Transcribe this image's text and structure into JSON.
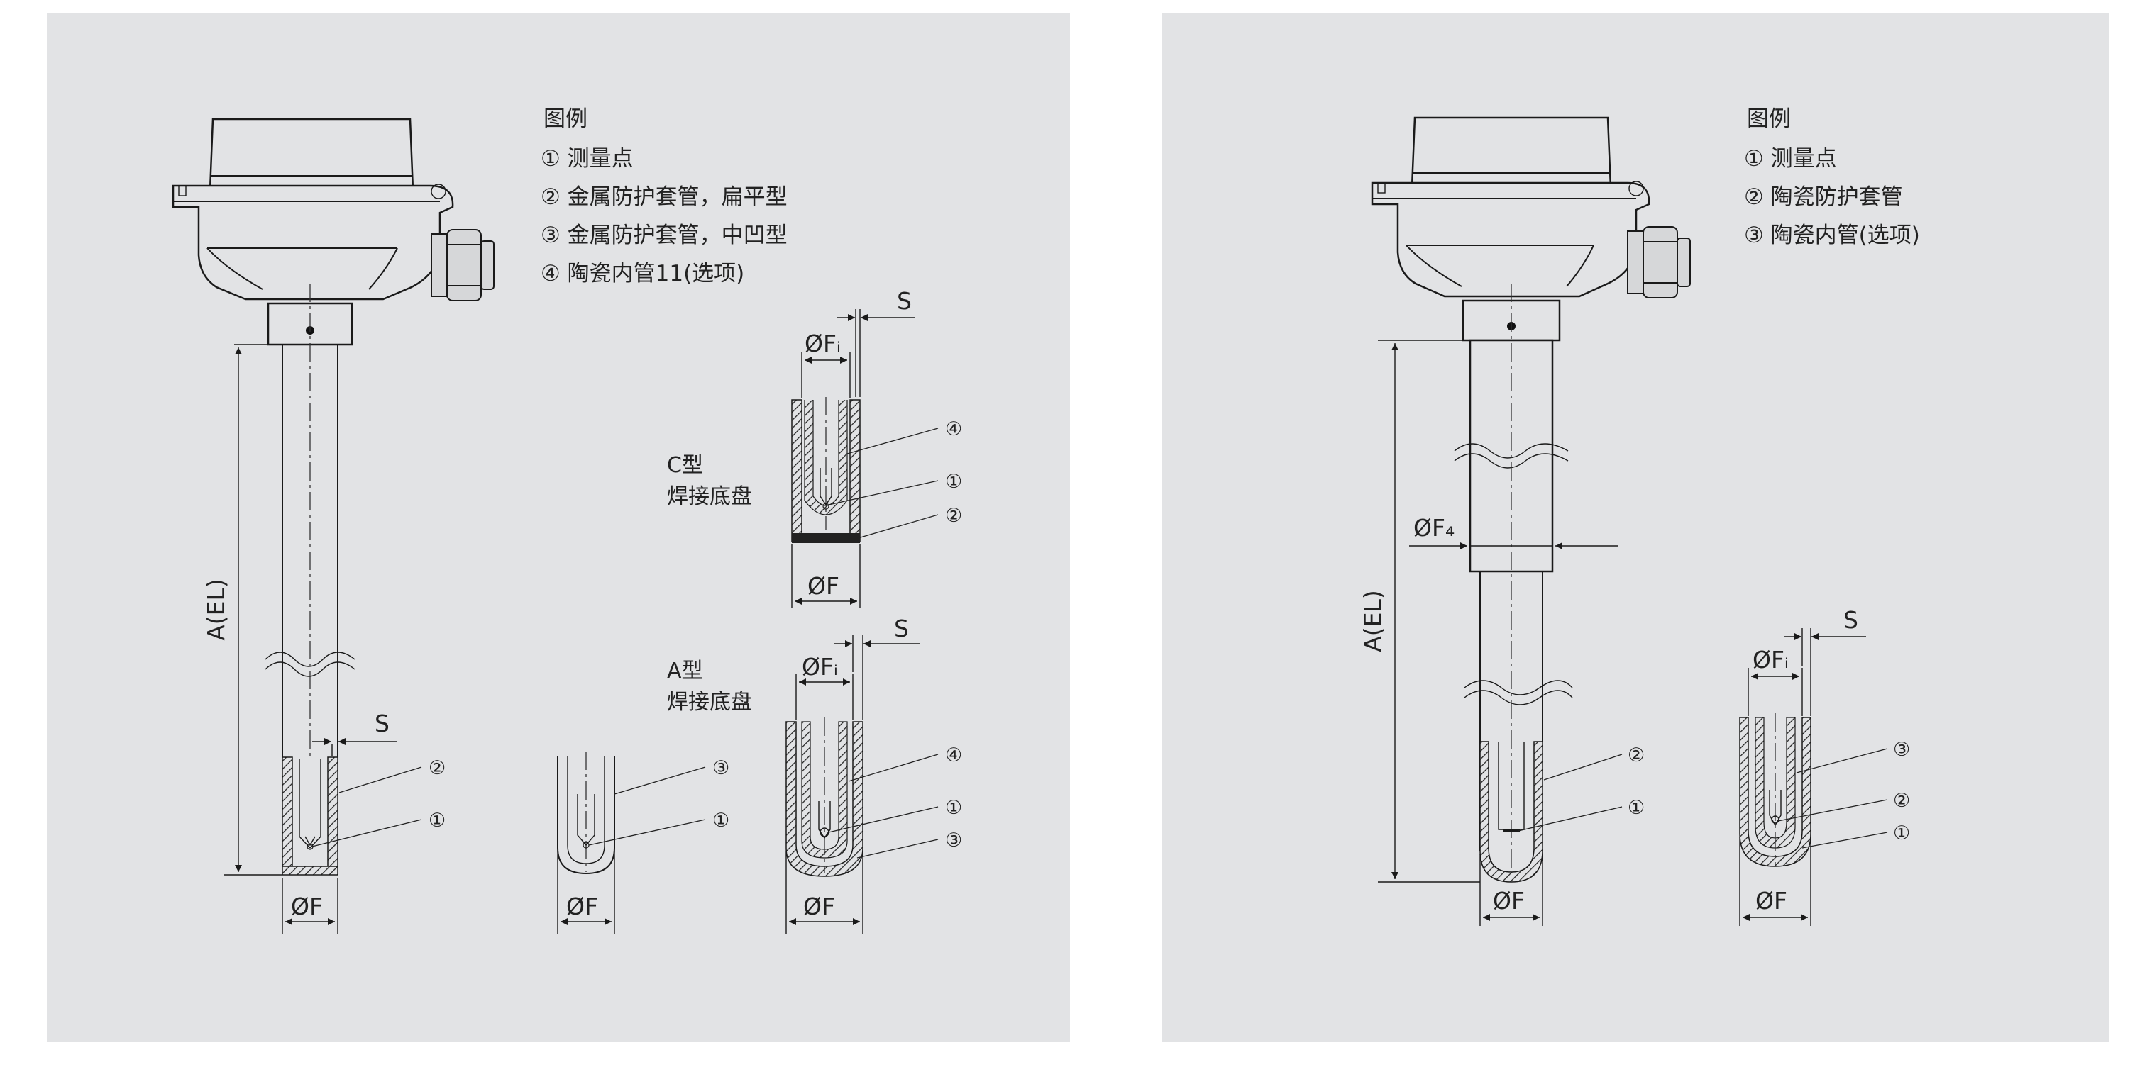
{
  "left_panel": {
    "legend": {
      "title": "图例",
      "items": [
        "① 测量点",
        "② 金属防护套管，扁平型",
        "③ 金属防护套管，中凹型",
        "④ 陶瓷内管11(选项)"
      ]
    },
    "dims": {
      "length": "A(EL)",
      "outer_diameter": "ØF",
      "inner_diameter": "ØFᵢ",
      "wall": "S"
    },
    "type_c": {
      "line1": "C型",
      "line2": "焊接底盘"
    },
    "type_a": {
      "line1": "A型",
      "line2": "焊接底盘"
    },
    "callouts": [
      "①",
      "②",
      "③",
      "④"
    ]
  },
  "right_panel": {
    "legend": {
      "title": "图例",
      "items": [
        "① 测量点",
        "② 陶瓷防护套管",
        "③ 陶瓷内管(选项)"
      ]
    },
    "dims": {
      "length": "A(EL)",
      "outer_diameter": "ØF",
      "inner_diameter": "ØFᵢ",
      "wall": "S",
      "support_diameter": "ØF₄"
    },
    "callouts": [
      "①",
      "②",
      "③"
    ]
  },
  "colors": {
    "panel_bg": "#e2e3e5",
    "line": "#1a1a1a",
    "page_bg": "#ffffff"
  }
}
